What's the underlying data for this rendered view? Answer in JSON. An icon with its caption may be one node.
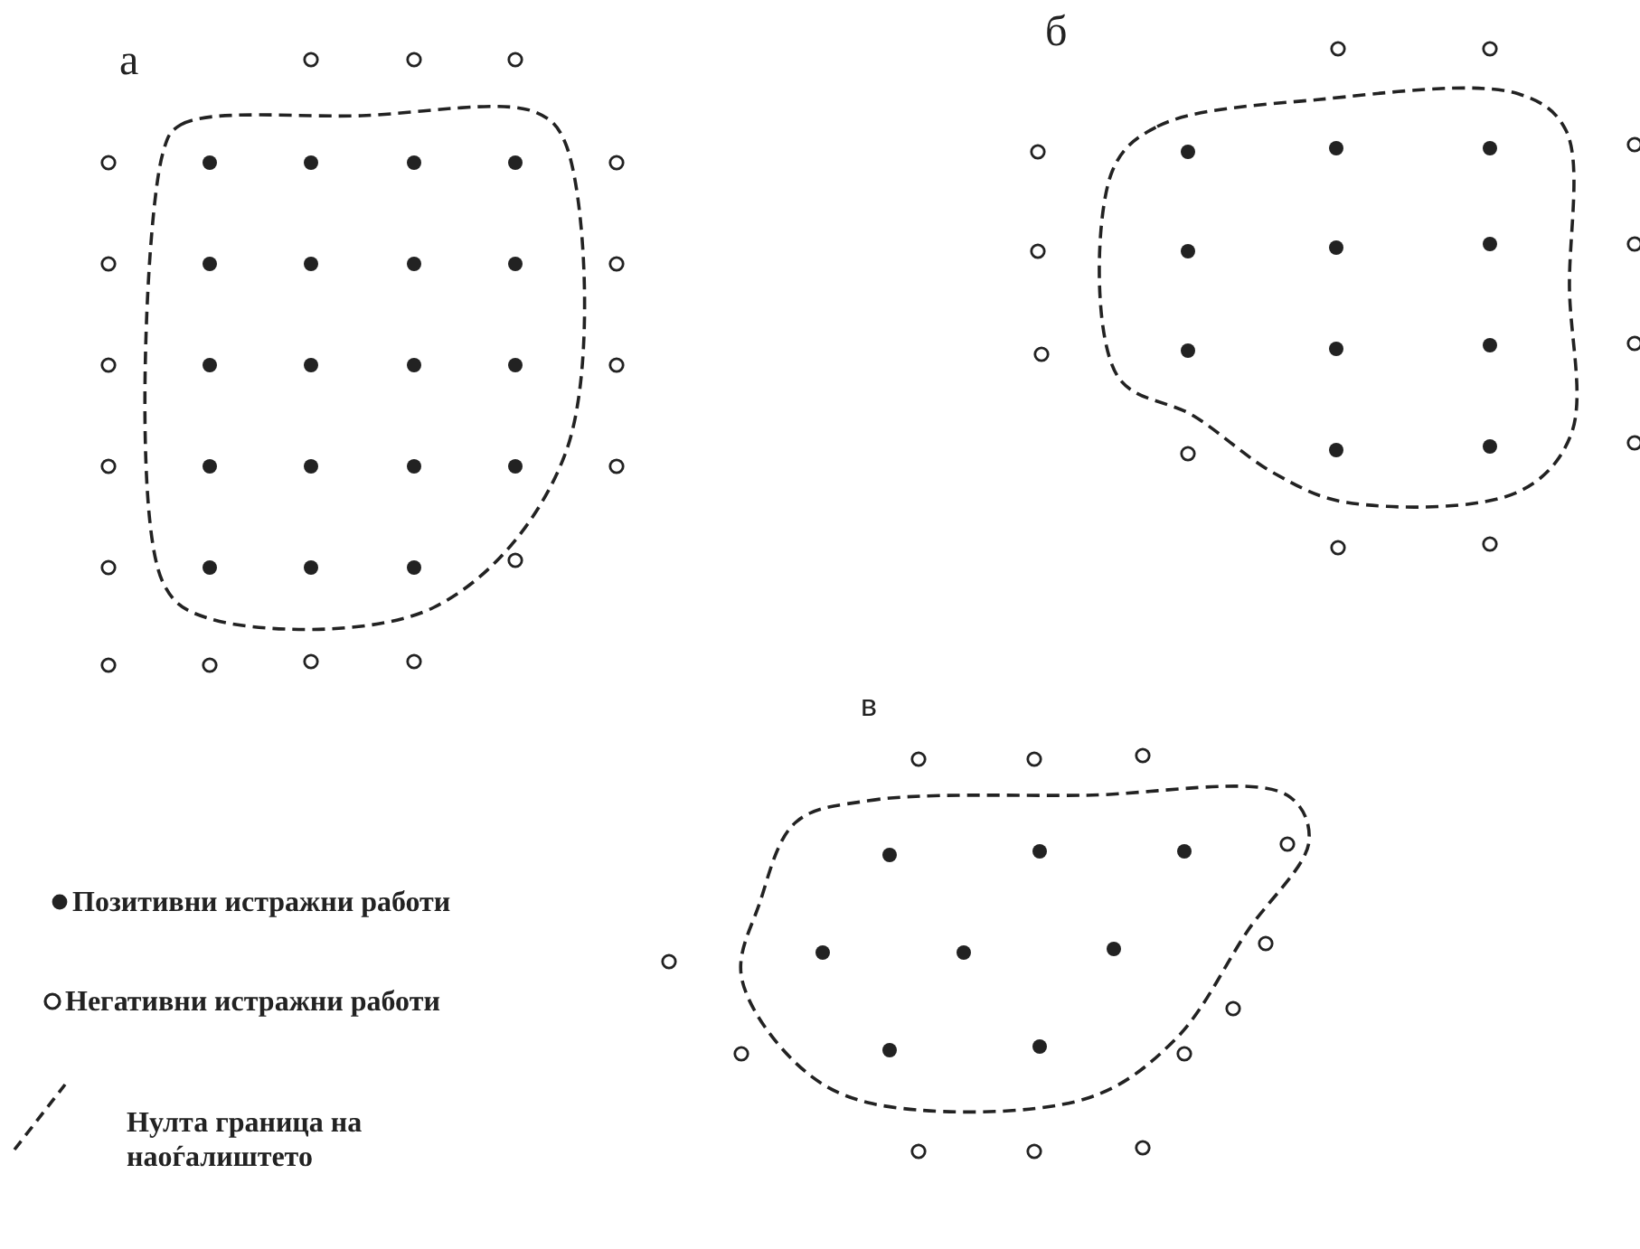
{
  "diagram": {
    "labels": [
      "а",
      "б",
      "в"
    ],
    "legend": [
      {
        "text": "Позитивни истражни работи"
      },
      {
        "text": "Негативни истражни работи"
      },
      {
        "text": "Нулта граница на наоѓалиштето"
      }
    ]
  }
}
